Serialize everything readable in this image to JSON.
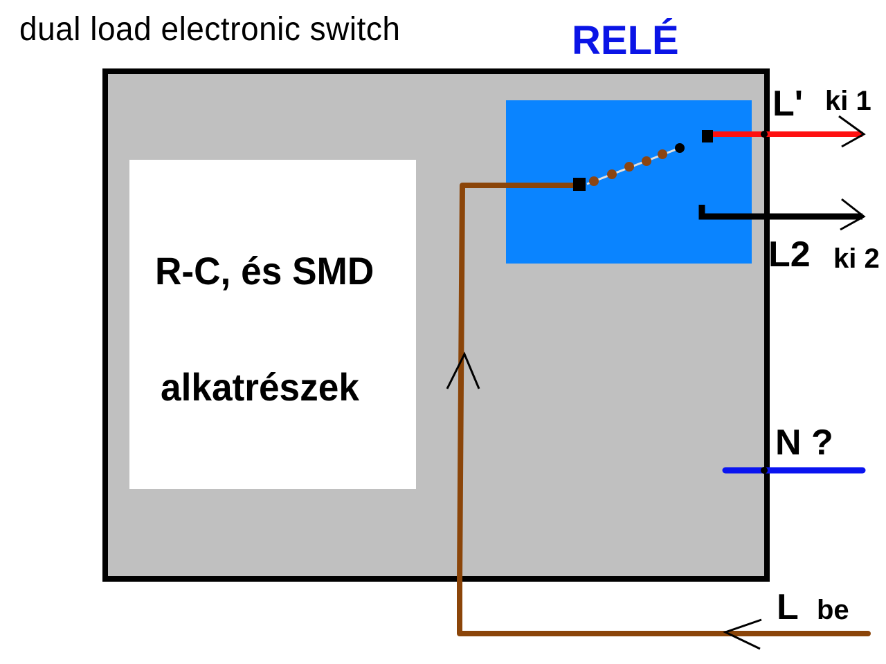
{
  "diagram": {
    "title": "dual load electronic switch",
    "relay_label": "RELÉ",
    "component_box": {
      "line1": "R-C, és SMD",
      "line2": "alkatrészek"
    },
    "terminals": {
      "output1_main": "L'",
      "output1_sub": "ki 1",
      "output2_main": "L2",
      "output2_sub": "ki 2",
      "neutral": "N ?",
      "input_main": "L",
      "input_sub": "be"
    },
    "colors": {
      "housing_fill": "#c0c0c0",
      "housing_border": "#000000",
      "relay_fill": "#0a84ff",
      "relay_label": "#0a14e6",
      "wire_input": "#8b4509",
      "wire_output1": "#ff1010",
      "wire_output2": "#000000",
      "wire_neutral": "#0a14f0",
      "component_box_fill": "#ffffff"
    }
  }
}
